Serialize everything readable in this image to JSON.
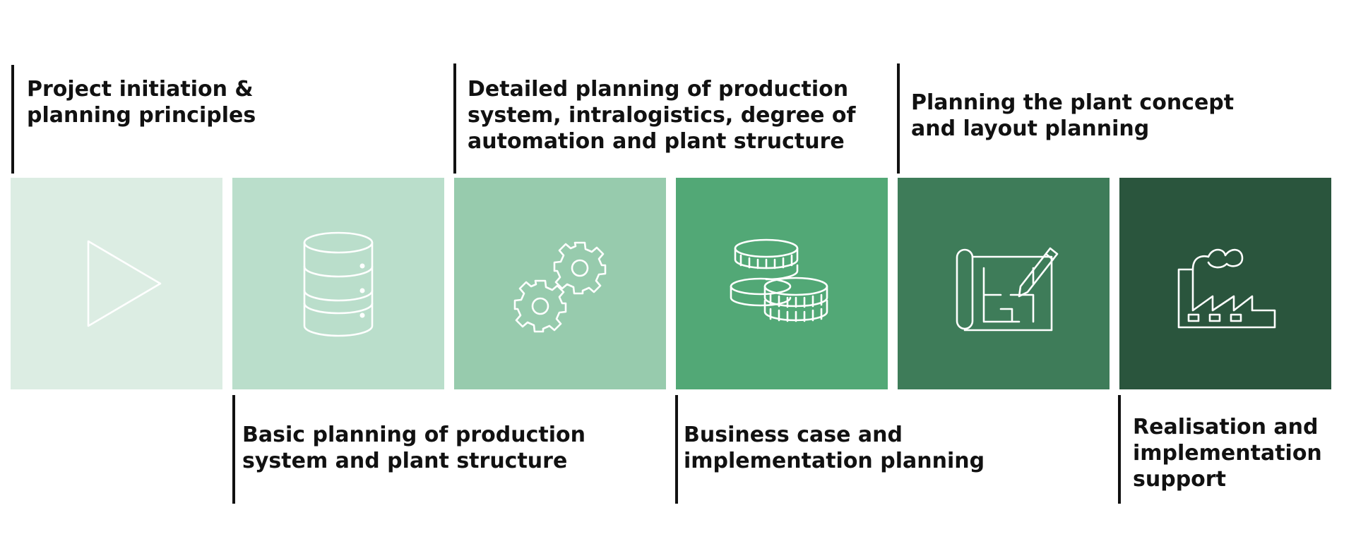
{
  "phases": [
    {
      "label": "Project initiation &\nplanning principles",
      "icon": "play-icon",
      "color": "#dcede3"
    },
    {
      "label": "Basic planning of production\nsystem and plant structure",
      "icon": "database-icon",
      "color": "#badecb"
    },
    {
      "label": "Detailed planning of production\nsystem, intralogistics, degree of\nautomation and plant structure",
      "icon": "gears-icon",
      "color": "#97cbad"
    },
    {
      "label": "Business case and\nimplementation planning",
      "icon": "coins-icon",
      "color": "#52a876"
    },
    {
      "label": "Planning the plant concept\nand layout planning",
      "icon": "blueprint-icon",
      "color": "#3e7c59"
    },
    {
      "label": "Realisation and\nimplementation\nsupport",
      "icon": "factory-icon",
      "color": "#2a553d"
    }
  ]
}
